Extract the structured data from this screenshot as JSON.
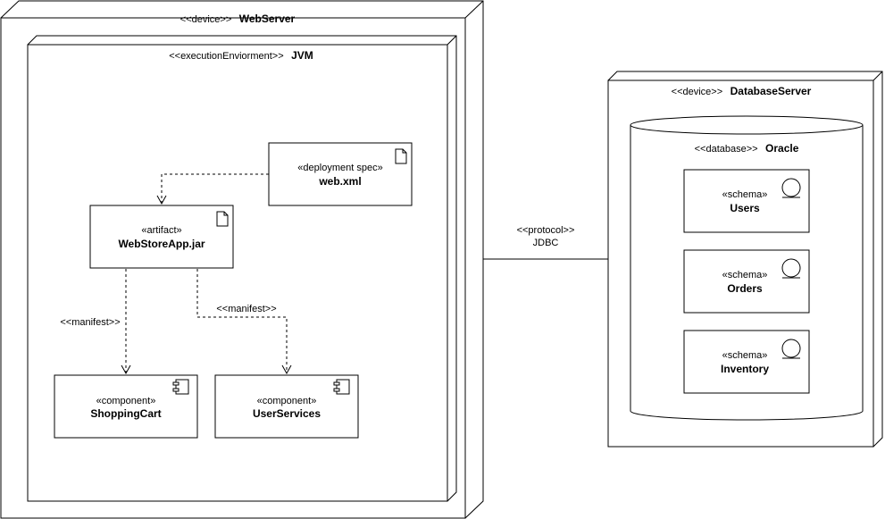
{
  "webserver": {
    "stereotype": "<<device>>",
    "name": "WebServer"
  },
  "jvm": {
    "stereotype": "<<executionEnviorment>>",
    "name": "JVM"
  },
  "deployment_spec": {
    "stereotype": "«deployment spec»",
    "name": "web.xml"
  },
  "artifact": {
    "stereotype": "«artifact»",
    "name": "WebStoreApp.jar"
  },
  "components": [
    {
      "stereotype": "«component»",
      "name": "ShoppingCart"
    },
    {
      "stereotype": "«component»",
      "name": "UserServices"
    }
  ],
  "manifest_labels": [
    "<<manifest>>",
    "<<manifest>>"
  ],
  "protocol": {
    "stereotype": "<<protocol>>",
    "name": "JDBC"
  },
  "dbserver": {
    "stereotype": "<<device>>",
    "name": "DatabaseServer"
  },
  "database": {
    "stereotype": "<<database>>",
    "name": "Oracle"
  },
  "schemas": [
    {
      "stereotype": "«schema»",
      "name": "Users"
    },
    {
      "stereotype": "«schema»",
      "name": "Orders"
    },
    {
      "stereotype": "«schema»",
      "name": "Inventory"
    }
  ]
}
